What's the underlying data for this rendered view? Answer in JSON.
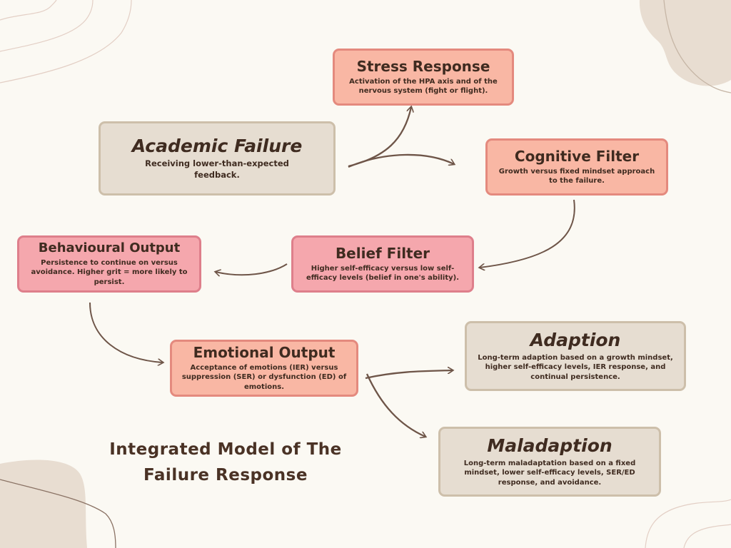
{
  "diagram": {
    "title": "Integrated Model of The Failure Response",
    "nodes": {
      "stress_response": {
        "title": "Stress Response",
        "description": "Activation of the HPA axis and of the nervous system (fight or flight)."
      },
      "academic_failure": {
        "title": "Academic Failure",
        "description": "Receiving lower-than-expected feedback."
      },
      "cognitive_filter": {
        "title": "Cognitive Filter",
        "description": "Growth versus fixed mindset approach to the failure."
      },
      "behavioural_output": {
        "title": "Behavioural Output",
        "description": "Persistence to continue on versus avoidance. Higher grit = more likely to persist."
      },
      "belief_filter": {
        "title": "Belief Filter",
        "description": "Higher self-efficacy versus low self-efficacy levels (belief in one's ability)."
      },
      "emotional_output": {
        "title": "Emotional Output",
        "description": "Acceptance of emotions (IER) versus suppression (SER) or dysfunction (ED) of emotions."
      },
      "adaption": {
        "title": "Adaption",
        "description": "Long-term adaption based on a growth mindset, higher self-efficacy levels, IER response, and continual persistence."
      },
      "maladaption": {
        "title": "Maladaption",
        "description": "Long-term maladaptation based on a fixed mindset, lower self-efficacy levels, SER/ED response, and avoidance."
      }
    },
    "edges": [
      {
        "from": "academic_failure",
        "to": "stress_response"
      },
      {
        "from": "academic_failure",
        "to": "cognitive_filter"
      },
      {
        "from": "cognitive_filter",
        "to": "belief_filter"
      },
      {
        "from": "belief_filter",
        "to": "behavioural_output"
      },
      {
        "from": "behavioural_output",
        "to": "emotional_output"
      },
      {
        "from": "emotional_output",
        "to": "adaption"
      },
      {
        "from": "emotional_output",
        "to": "maladaption"
      }
    ]
  },
  "colors": {
    "background": "#fbf9f3",
    "salmon_fill": "#f9b7a4",
    "pink_fill": "#f5a7ad",
    "beige_fill": "#e6ddd1",
    "text": "#3f2b20",
    "arrow": "#6e5548",
    "decor": "#e8ddd1"
  }
}
